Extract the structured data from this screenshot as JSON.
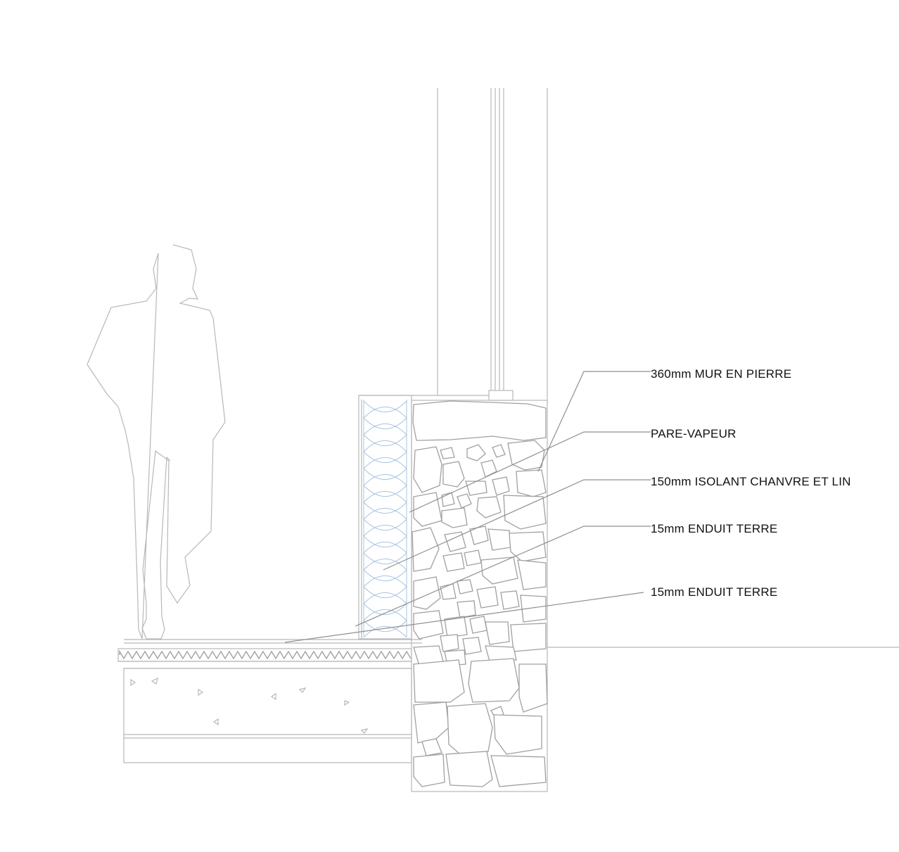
{
  "drawing": {
    "labels": [
      "360mm MUR EN PIERRE",
      "PARE-VAPEUR",
      "150mm ISOLANT CHANVRE ET LIN",
      "15mm ENDUIT TERRE",
      "15mm ENDUIT TERRE"
    ],
    "colors": {
      "line": "#b8b8b8",
      "insulation": "#a9c4e0",
      "text": "#111111"
    }
  }
}
